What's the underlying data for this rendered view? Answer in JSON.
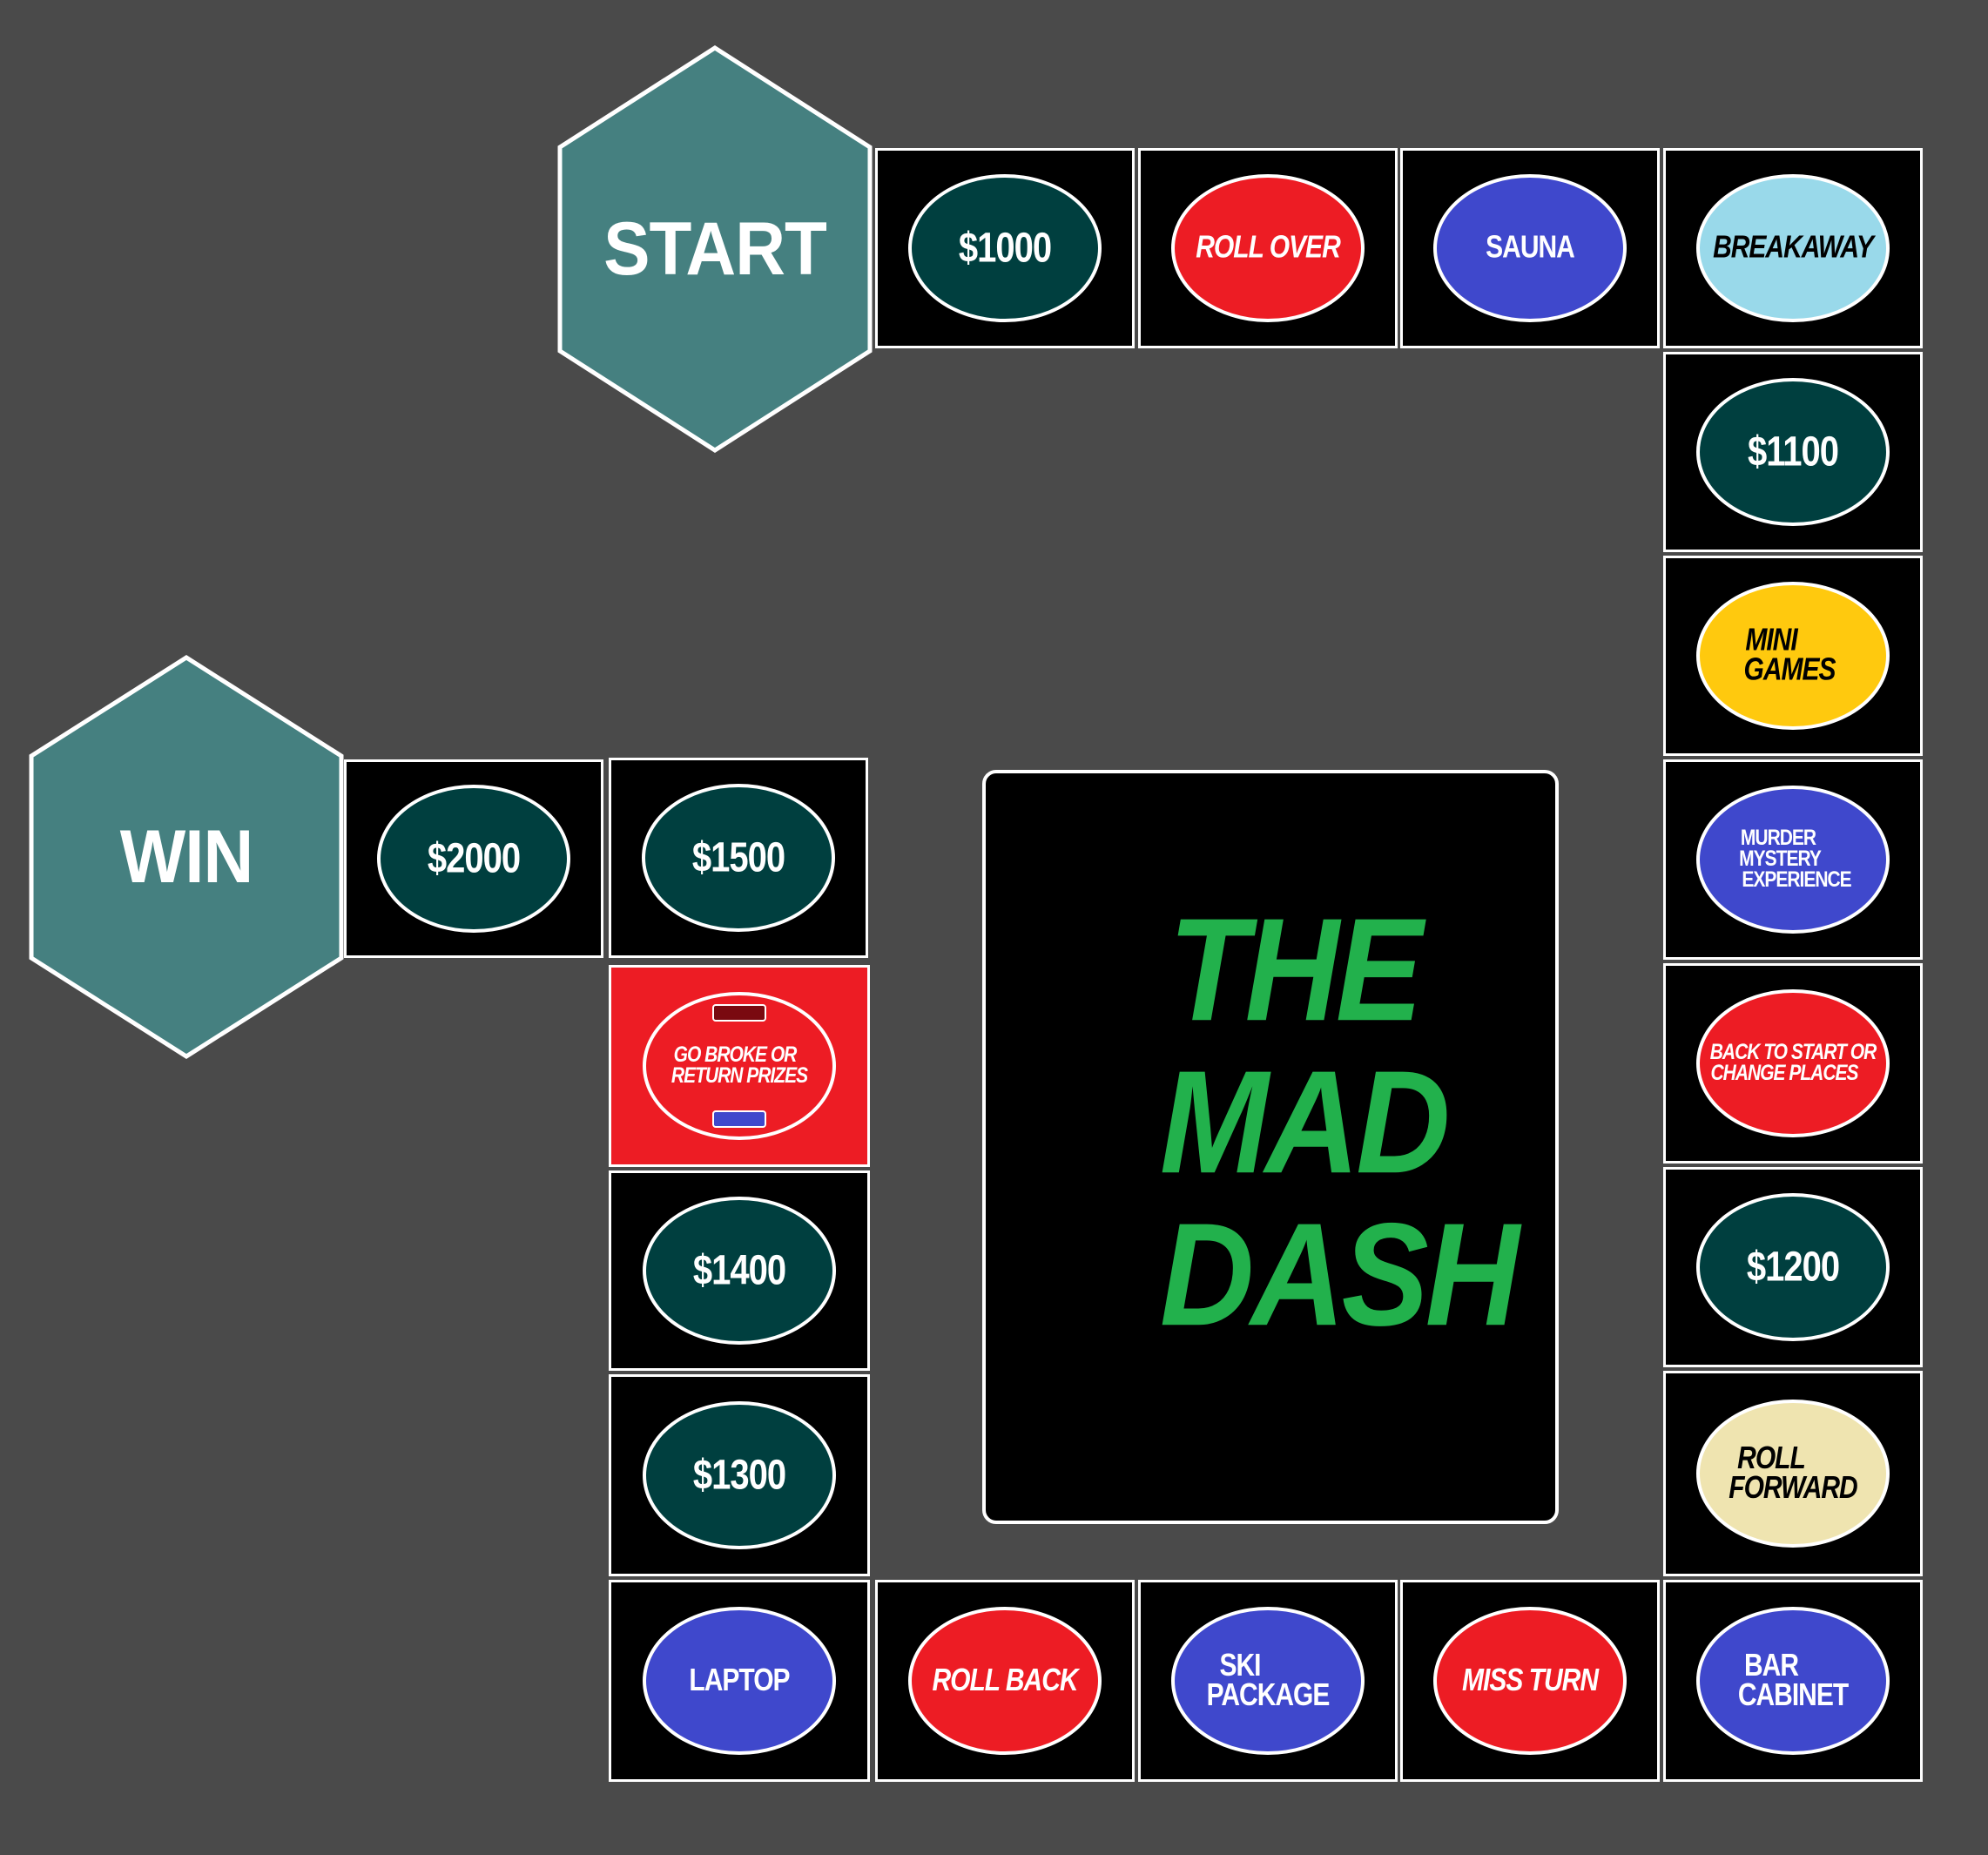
{
  "board": {
    "title_lines": [
      "THE",
      "MAD",
      "DASH"
    ],
    "start_label": "START",
    "win_label": "WIN",
    "colors": {
      "background": "#4a4a4a",
      "hex": "#458080",
      "money": "#003f3f",
      "red": "#ed1c24",
      "blue": "#3f48cc",
      "light_blue": "#99d9ea",
      "yellow": "#ffc90e",
      "cream": "#efe4b0",
      "title_green": "#22b14c"
    },
    "spaces": {
      "s1000": "$1000",
      "roll_over": "ROLL OVER",
      "sauna": "SAUNA",
      "breakaway": "BREAKAWAY",
      "s1100": "$1100",
      "mini_games_1": "MINI",
      "mini_games_2": "GAMES",
      "murder_1": "MURDER",
      "murder_2": "MYSTERY",
      "murder_3": "EXPERIENCE",
      "back_start_1": "BACK TO START OR",
      "back_start_2": "CHANGE PLACES",
      "s1200": "$1200",
      "roll_forward_1": "ROLL",
      "roll_forward_2": "FORWARD",
      "bar_cabinet_1": "BAR",
      "bar_cabinet_2": "CABINET",
      "miss_turn": "MISS TURN",
      "ski_package_1": "SKI",
      "ski_package_2": "PACKAGE",
      "roll_back": "ROLL BACK",
      "laptop": "LAPTOP",
      "s1300": "$1300",
      "s1400": "$1400",
      "go_broke_1": "GO BROKE OR",
      "go_broke_2": "RETURN PRIZES",
      "s1500": "$1500",
      "s2000": "$2000"
    }
  }
}
